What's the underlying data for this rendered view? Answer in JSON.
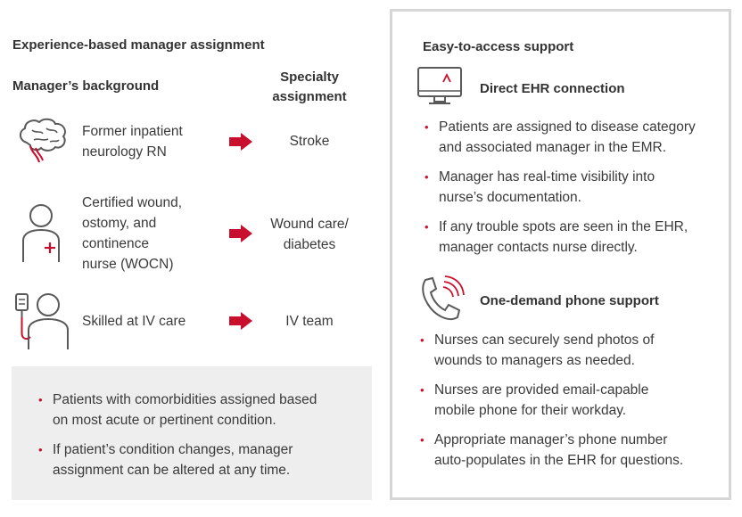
{
  "left": {
    "title": "Experience-based manager assignment",
    "col_background": "Manager’s background",
    "col_specialty_1": "Specialty",
    "col_specialty_2": "assignment",
    "rows": [
      {
        "icon": "brain-icon",
        "background_lines": [
          "Former inpatient",
          "neurology RN"
        ],
        "specialty_lines": [
          "Stroke"
        ]
      },
      {
        "icon": "nurse-icon",
        "background_lines": [
          "Certified wound,",
          "ostomy, and",
          "continence",
          "nurse (WOCN)"
        ],
        "specialty_lines": [
          "Wound care/",
          "diabetes"
        ]
      },
      {
        "icon": "iv-nurse-icon",
        "background_lines": [
          "Skilled at IV care"
        ],
        "specialty_lines": [
          "IV team"
        ]
      }
    ],
    "notes": [
      [
        "Patients with comorbidities assigned based",
        "on most acute or pertinent condition."
      ],
      [
        "If patient’s condition changes, manager",
        "assignment can be altered at any time."
      ]
    ]
  },
  "right": {
    "title": "Easy-to-access support",
    "sections": [
      {
        "icon": "monitor-icon",
        "heading": "Direct EHR connection",
        "bullets": [
          [
            "Patients are assigned to disease category",
            "and associated manager in the EMR."
          ],
          [
            "Manager has real-time visibility into",
            "nurse’s documentation."
          ],
          [
            "If any trouble spots are seen in the EHR,",
            "manager contacts nurse directly."
          ]
        ]
      },
      {
        "icon": "phone-icon",
        "heading": "One-demand phone support",
        "bullets": [
          [
            "Nurses can securely send photos of",
            "wounds to managers as needed."
          ],
          [
            "Nurses are provided email-capable",
            "mobile phone for their workday."
          ],
          [
            "Appropriate manager’s phone number",
            "auto-populates in the EHR for questions."
          ]
        ]
      }
    ]
  },
  "colors": {
    "accent": "#c8102e",
    "text": "#333333",
    "icon_gray": "#595959",
    "gray_box": "#eeeeee",
    "panel_border": "#d6d6d6"
  }
}
